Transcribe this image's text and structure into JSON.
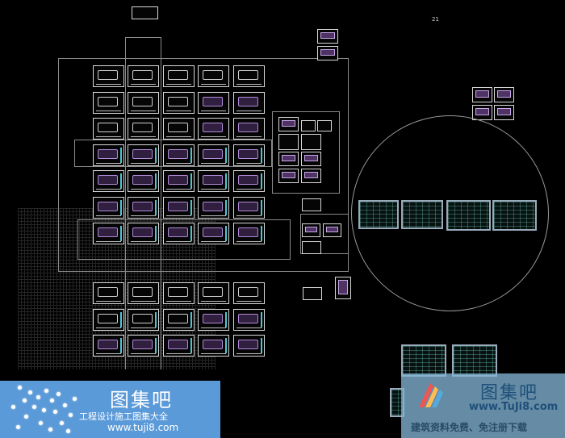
{
  "viewer": {
    "type": "CAD drawing sheet overview",
    "background": "#000000",
    "sheet_label": "21",
    "grid_columns": 5,
    "main_grid_rows": 7,
    "lower_grid_rows": 3
  },
  "colors": {
    "frame": "#d8d8d8",
    "boundary": "#8a8a8a",
    "plan_magenta": "#b08ad8",
    "plan_cyan": "#4cc7d4",
    "table": "#6ec8be"
  },
  "watermark_left": {
    "title": "图集吧",
    "subtitle": "工程设计施工图集大全",
    "url": "www.tuji8.com",
    "bg": "#5b9ad8"
  },
  "watermark_right": {
    "title": "图集吧",
    "url": "www.TuJi8.com",
    "tagline": "建筑资料免费、免注册下载",
    "bg": "#82b4d2"
  }
}
